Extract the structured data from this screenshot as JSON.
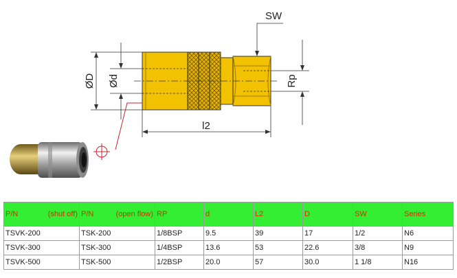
{
  "drawing": {
    "labels": {
      "sw": "SW",
      "od": "ØD",
      "id": "Ød",
      "rp": "Rp",
      "l2": "l2"
    },
    "colors": {
      "body": "#f2c200",
      "body_dark": "#c99a00",
      "line": "#333333",
      "leader": "#d22030"
    },
    "photo_icon": "quick-coupling-photo-icon"
  },
  "table": {
    "headers": [
      {
        "main": "P/N",
        "note": "(shut off)"
      },
      {
        "main": "P/N",
        "note": "(open flow)"
      },
      {
        "main": "RP",
        "note": ""
      },
      {
        "main": "d",
        "note": ""
      },
      {
        "main": "L2",
        "note": ""
      },
      {
        "main": "D",
        "note": ""
      },
      {
        "main": "SW",
        "note": ""
      },
      {
        "main": "Series",
        "note": ""
      }
    ],
    "rows": [
      [
        "TSVK-200",
        "TSK-200",
        "1/8BSP",
        "9.5",
        "39",
        "17",
        "1/2",
        "N6"
      ],
      [
        "TSVK-300",
        "TSK-300",
        "1/4BSP",
        "13.6",
        "53",
        "22.6",
        "3/8",
        "N9"
      ],
      [
        "TSVK-500",
        "TSK-500",
        "1/2BSP",
        "20.0",
        "57",
        "30.0",
        "1 1/8",
        "N16"
      ]
    ],
    "colors": {
      "header_bg": "#33ee33",
      "header_text": "#cc3300"
    }
  }
}
